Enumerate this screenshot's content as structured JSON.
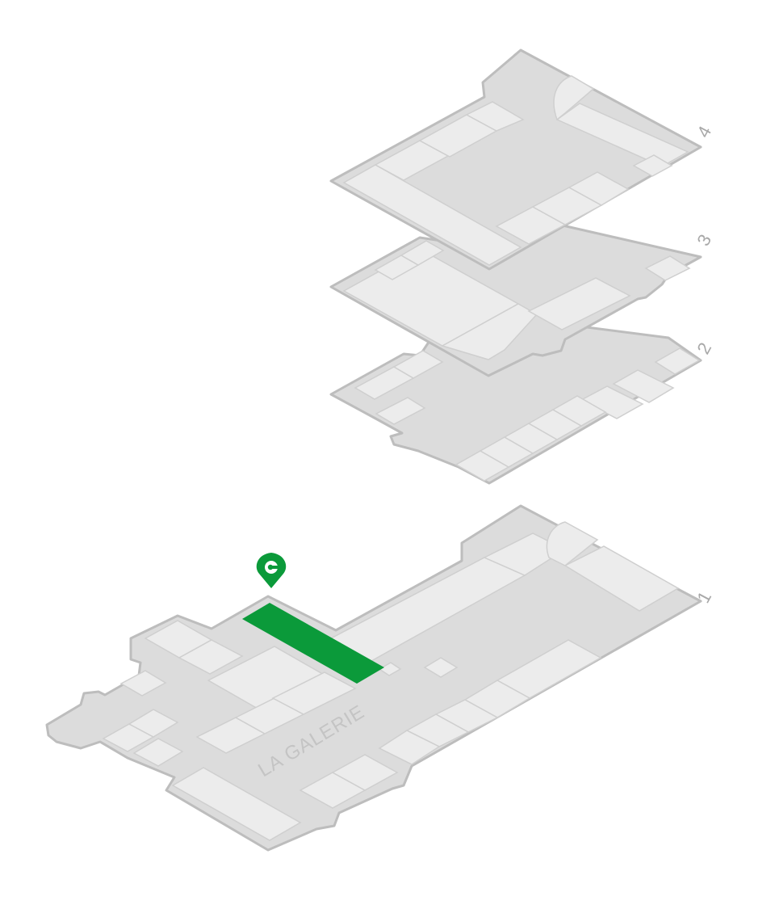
{
  "map": {
    "floors": [
      {
        "number": "4"
      },
      {
        "number": "3"
      },
      {
        "number": "2"
      },
      {
        "number": "1"
      }
    ],
    "ground_zone_label": "LA GALERIE",
    "highlight_color": "#0b9a3a",
    "pin_icon": "location-pin-icon"
  }
}
